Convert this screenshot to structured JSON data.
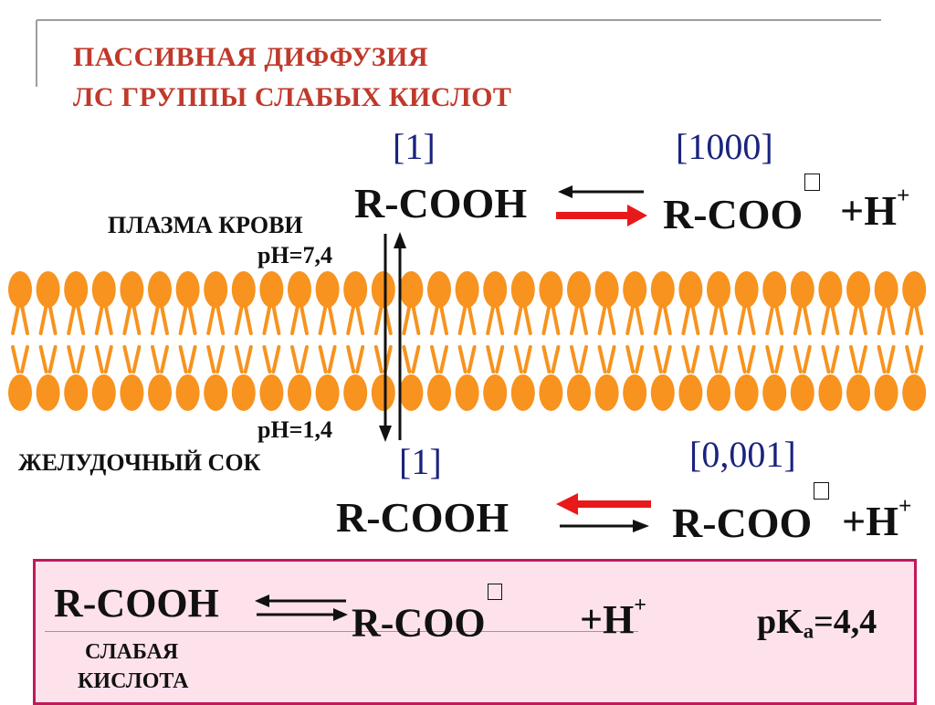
{
  "title": {
    "line1": "ПАССИВНАЯ ДИФФУЗИЯ",
    "line2": "ЛС ГРУППЫ СЛАБЫХ КИСЛОТ"
  },
  "upper": {
    "conc_left": "[1]",
    "conc_right": "[1000]",
    "acid": "R-COOH",
    "anion": "R-COO",
    "proton": "+H",
    "proton_charge": "+"
  },
  "plasma": {
    "label": "ПЛАЗМА КРОВИ",
    "ph": "pH=7,4"
  },
  "stomach": {
    "label": "ЖЕЛУДОЧНЫЙ СОК",
    "ph": "pH=1,4"
  },
  "lower": {
    "conc_left": "[1]",
    "conc_right": "[0,001]",
    "acid": "R-COOH",
    "anion": "R-COO",
    "proton": "+H",
    "proton_charge": "+"
  },
  "box": {
    "acid": "R-COOH",
    "anion": "R-COO",
    "proton": "+H",
    "proton_charge": "+",
    "pka_label": "pK",
    "pka_sub": "a",
    "pka_value": "=4,4",
    "caption_line1": "СЛАБАЯ",
    "caption_line2": "КИСЛОТА"
  },
  "colors": {
    "title": "#c0392b",
    "concentration": "#1a237e",
    "membrane": "#f7931e",
    "arrow_emphasis": "#e8191b",
    "box_fill": "#fde2ec",
    "box_border": "#c2185b"
  }
}
